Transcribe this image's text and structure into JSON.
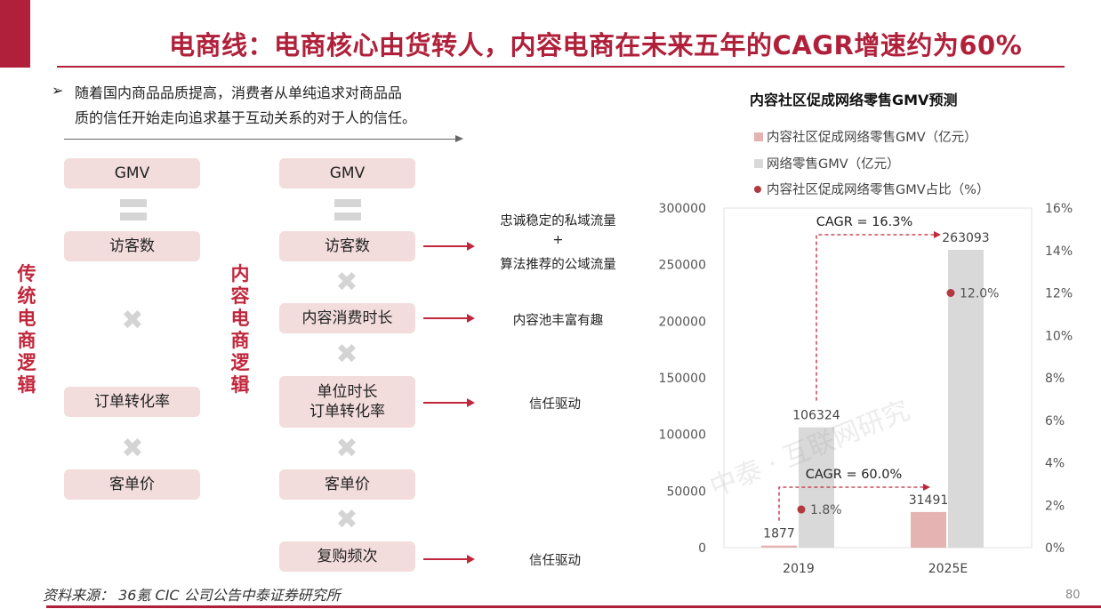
{
  "header": {
    "title": "电商线：电商核心由货转人，内容电商在未来五年的CAGR增速约为60%"
  },
  "intro": {
    "bullet_icon": "➢",
    "line1": "随着国内商品品质提高，消费者从单纯追求对商品品",
    "line2": "质的信任开始走向追求基于互动关系的对于人的信任。"
  },
  "diagram": {
    "traditional_label": "传统电商逻辑",
    "content_label": "内容电商逻辑",
    "traditional": {
      "gmv": "GMV",
      "visitors": "访客数",
      "conversion": "订单转化率",
      "aov": "客单价"
    },
    "content": {
      "gmv": "GMV",
      "visitors": "访客数",
      "time": "内容消费时长",
      "unit_line1": "单位时长",
      "unit_line2": "订单转化率",
      "aov": "客单价",
      "repurchase": "复购频次"
    },
    "notes": {
      "traffic_line1": "忠诚稳定的私域流量",
      "traffic_plus": "+",
      "traffic_line2": "算法推荐的公域流量",
      "pool": "内容池丰富有趣",
      "trust1": "信任驱动",
      "trust2": "信任驱动"
    }
  },
  "chart_data": {
    "type": "bar",
    "title": "内容社区促成网络零售GMV预测",
    "categories": [
      "2019",
      "2025E"
    ],
    "series": [
      {
        "name": "内容社区促成网络零售GMV（亿元）",
        "kind": "bar",
        "axis": "left",
        "values": [
          1877,
          31491
        ],
        "color": "#e6b3b3"
      },
      {
        "name": "网络零售GMV（亿元）",
        "kind": "bar",
        "axis": "left",
        "values": [
          106324,
          263093
        ],
        "color": "#d9d9d9"
      },
      {
        "name": "内容社区促成网络零售GMV占比（%）",
        "kind": "dot",
        "axis": "right",
        "values": [
          1.8,
          12.0
        ],
        "labels": [
          "1.8%",
          "12.0%"
        ],
        "color": "#b03a40"
      }
    ],
    "ylim_left": [
      0,
      300000
    ],
    "yticks_left": [
      "0",
      "50000",
      "100000",
      "150000",
      "200000",
      "250000",
      "300000"
    ],
    "ylim_right": [
      0,
      16
    ],
    "yticks_right": [
      "0%",
      "2%",
      "4%",
      "6%",
      "8%",
      "10%",
      "12%",
      "14%",
      "16%"
    ],
    "bar_labels": [
      [
        "1877",
        "31491"
      ],
      [
        "106324",
        "263093"
      ]
    ],
    "annotations": [
      "CAGR = 60.0%",
      "CAGR = 16.3%"
    ],
    "legend_position": "top",
    "grid": false
  },
  "watermark": "中泰 · 互联网研究",
  "footer": {
    "source": "资料来源： 36氪 CIC 公司公告中泰证券研究所",
    "page": "80"
  },
  "colors": {
    "accent": "#b0203a",
    "pill": "#f2dcdc",
    "arrow": "#c0273c"
  }
}
